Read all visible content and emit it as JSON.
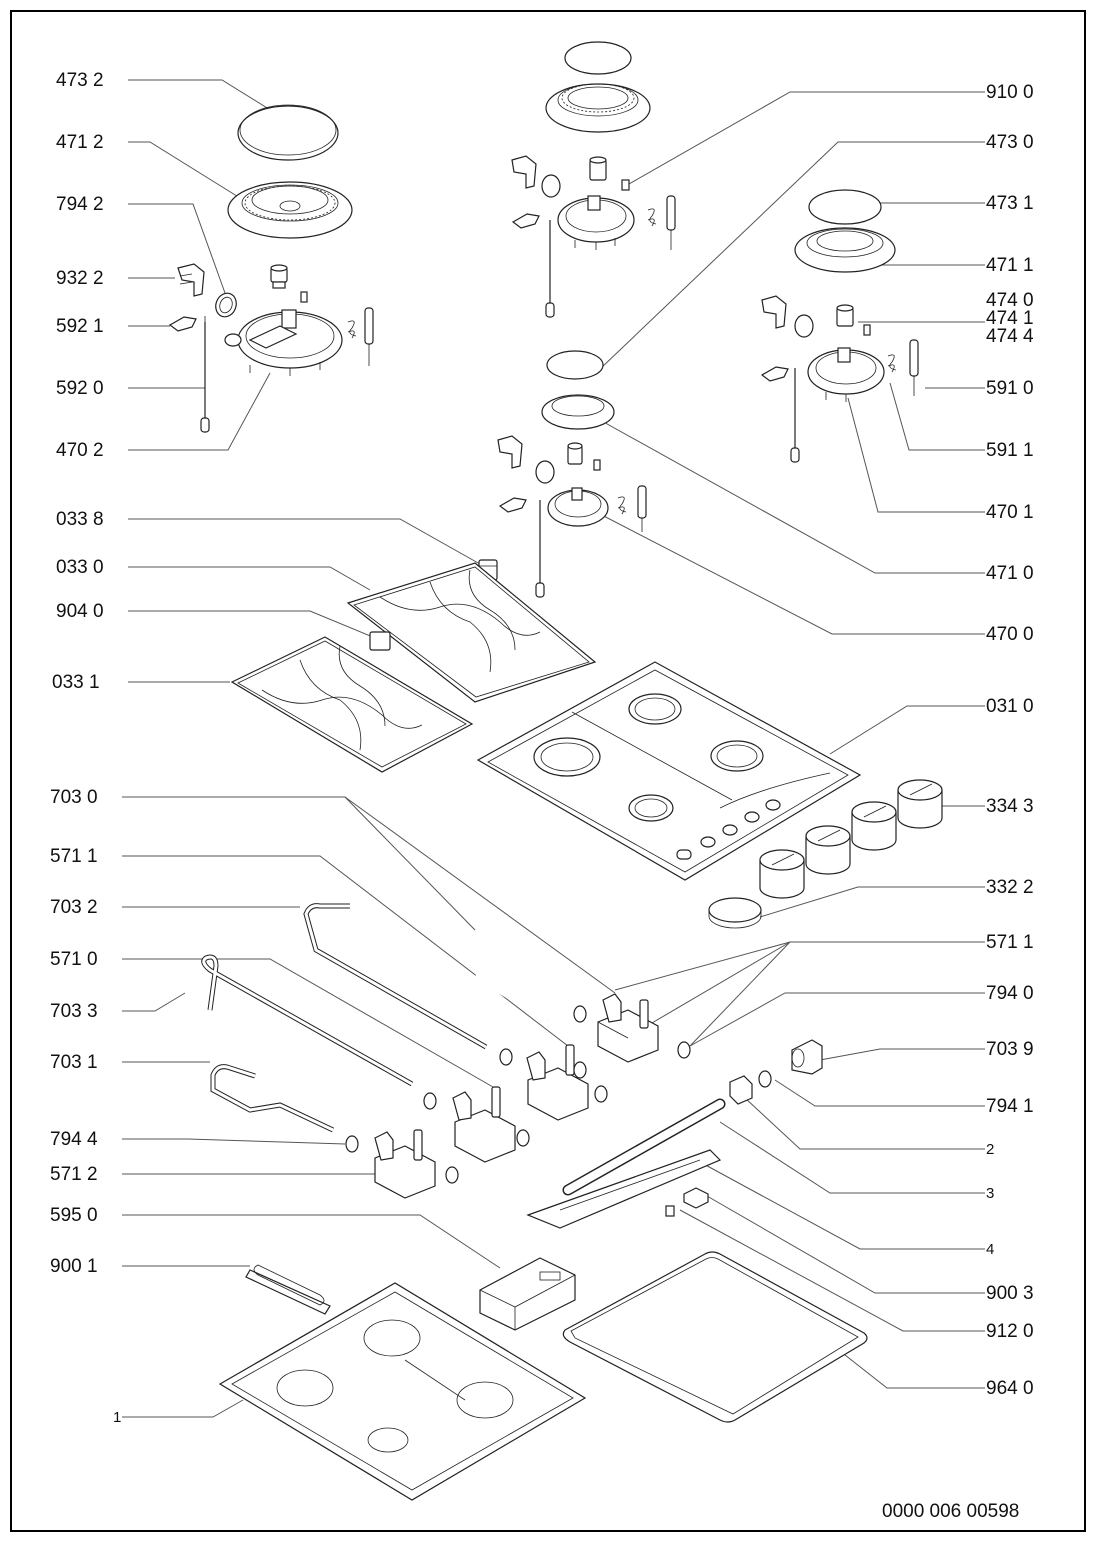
{
  "diagram": {
    "title": "Gas hob exploded parts view",
    "document_number": "0000 006 00598",
    "left_labels": [
      {
        "id": "473 2",
        "label": "473 2"
      },
      {
        "id": "471 2",
        "label": "471 2"
      },
      {
        "id": "794 2",
        "label": "794 2"
      },
      {
        "id": "932 2",
        "label": "932 2"
      },
      {
        "id": "592 1",
        "label": "592 1"
      },
      {
        "id": "592 0",
        "label": "592 0"
      },
      {
        "id": "470 2",
        "label": "470 2"
      },
      {
        "id": "033 8",
        "label": "033 8"
      },
      {
        "id": "033 0",
        "label": "033 0"
      },
      {
        "id": "904 0",
        "label": "904 0"
      },
      {
        "id": "033 1",
        "label": "033 1"
      },
      {
        "id": "703 0",
        "label": "703 0"
      },
      {
        "id": "571 1a",
        "label": "571 1"
      },
      {
        "id": "703 2",
        "label": "703 2"
      },
      {
        "id": "571 0",
        "label": "571 0"
      },
      {
        "id": "703 3",
        "label": "703 3"
      },
      {
        "id": "703 1",
        "label": "703 1"
      },
      {
        "id": "794 4",
        "label": "794 4"
      },
      {
        "id": "571 2",
        "label": "571 2"
      },
      {
        "id": "595 0",
        "label": "595 0"
      },
      {
        "id": "900 1",
        "label": "900 1"
      },
      {
        "id": "1",
        "label": "1"
      }
    ],
    "right_labels": [
      {
        "id": "910 0",
        "label": "910 0"
      },
      {
        "id": "473 0",
        "label": "473 0"
      },
      {
        "id": "473 1",
        "label": "473 1"
      },
      {
        "id": "471 1",
        "label": "471 1"
      },
      {
        "id": "474 0",
        "label": "474 0"
      },
      {
        "id": "474 1",
        "label": "474 1"
      },
      {
        "id": "474 4",
        "label": "474 4"
      },
      {
        "id": "591 0",
        "label": "591 0"
      },
      {
        "id": "591 1",
        "label": "591 1"
      },
      {
        "id": "470 1",
        "label": "470 1"
      },
      {
        "id": "471 0",
        "label": "471 0"
      },
      {
        "id": "470 0",
        "label": "470 0"
      },
      {
        "id": "031 0",
        "label": "031 0"
      },
      {
        "id": "334 3",
        "label": "334 3"
      },
      {
        "id": "332 2",
        "label": "332 2"
      },
      {
        "id": "571 1b",
        "label": "571 1"
      },
      {
        "id": "794 0",
        "label": "794 0"
      },
      {
        "id": "703 9",
        "label": "703 9"
      },
      {
        "id": "794 1",
        "label": "794 1"
      },
      {
        "id": "2",
        "label": "2"
      },
      {
        "id": "3",
        "label": "3"
      },
      {
        "id": "4",
        "label": "4"
      },
      {
        "id": "900 3",
        "label": "900 3"
      },
      {
        "id": "912 0",
        "label": "912 0"
      },
      {
        "id": "964 0",
        "label": "964 0"
      }
    ],
    "colors": {
      "line": "#222222",
      "leader": "#555555",
      "background": "#ffffff"
    }
  }
}
